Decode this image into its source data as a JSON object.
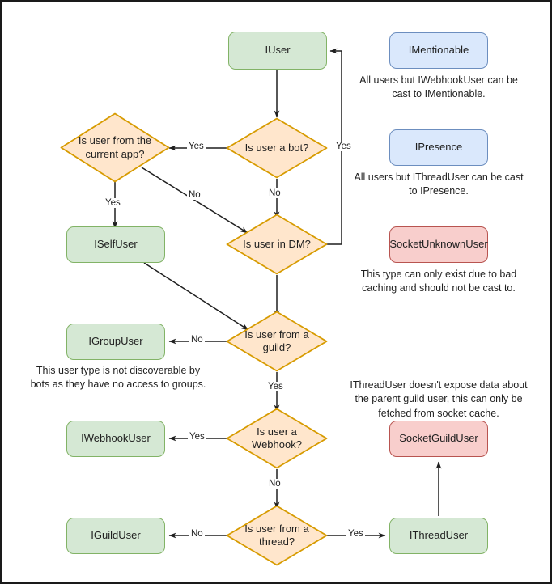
{
  "diagram": {
    "title": "Discord.Net user type resolution flowchart",
    "colors": {
      "green_fill": "#d5e8d4",
      "green_border": "#82b366",
      "blue_fill": "#dae8fc",
      "blue_border": "#6c8ebf",
      "red_fill": "#f8cecc",
      "red_border": "#b85450",
      "orange_fill": "#ffe6cc",
      "orange_border": "#d79b00",
      "edge": "#1f1f1f",
      "page_border": "#1a1a1a"
    }
  },
  "nodes": {
    "iuser": "IUser",
    "is_bot": "Is user a bot?",
    "is_current_app": "Is user from the current app?",
    "iselfuser": "ISelfUser",
    "is_dm": "Is user in DM?",
    "is_guild": "Is user from a guild?",
    "igroupuser": "IGroupUser",
    "is_webhook": "Is user a Webhook?",
    "iwebhookuser": "IWebhookUser",
    "is_thread": "Is user from a thread?",
    "iguilduser": "IGuildUser",
    "ithreaduser": "IThreadUser",
    "imentionable": "IMentionable",
    "ipresence": "IPresence",
    "socketunknownuser": "SocketUnknownUser",
    "socketguilduser": "SocketGuildUser"
  },
  "notes": {
    "imentionable": "All users but IWebhookUser can be cast to IMentionable.",
    "ipresence": "All users but IThreadUser can be cast to IPresence.",
    "socketunknownuser": "This type can only exist due to bad caching and should not be cast to.",
    "igroupuser": "This user type is not discoverable by bots as they have no access to groups.",
    "socketguilduser": "IThreadUser doesn't expose data about the parent guild user, this can only be fetched from socket cache."
  },
  "edge_labels": {
    "bot_yes": "Yes",
    "bot_no": "No",
    "dm_yes": "Yes",
    "app_yes": "Yes",
    "app_no": "No",
    "guild_no": "No",
    "guild_yes": "Yes",
    "webhook_yes": "Yes",
    "webhook_no": "No",
    "thread_no": "No",
    "thread_yes": "Yes"
  }
}
